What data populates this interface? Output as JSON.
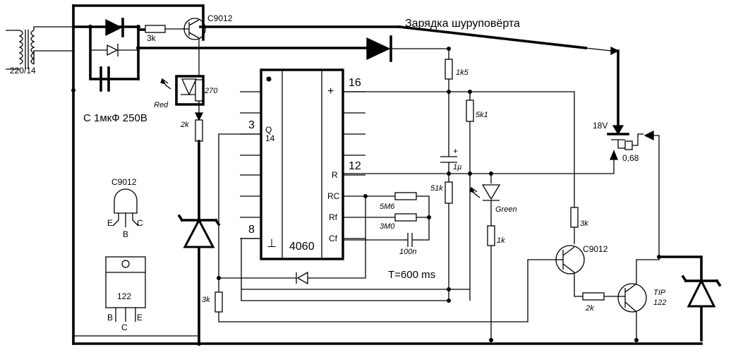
{
  "title": "Зарядка шуруповёрта",
  "transformer": {
    "rating": "220/14"
  },
  "capacitor_main": {
    "label": "C 1мкФ 250В"
  },
  "led_red": {
    "label": "Red"
  },
  "led_green": {
    "label": "Green"
  },
  "resistors": {
    "r_top": "3k",
    "r_270": "270",
    "r_2k_left": "2k",
    "r_1k5": "1k5",
    "r_5k1": "5k1",
    "r_51k": "51k",
    "r_5m6": "5M6",
    "r_3m0": "3M0",
    "r_1k": "1k",
    "r_3k_right": "3k",
    "r_2k_bottom": "2k",
    "r_3k_left": "3k"
  },
  "capacitors": {
    "c_1u": "1µ",
    "c_100n": "100n"
  },
  "transistors": {
    "q1": "C9012",
    "q2": "C9012",
    "q3_name": "TIP",
    "q3_num": "122"
  },
  "chip": {
    "name": "4060",
    "pin16": "16",
    "pin12": "12",
    "pin3": "3",
    "pin8": "8",
    "plus": "+",
    "ground": "⊥",
    "pin_q": "Q",
    "pin_q_num": "14",
    "pin_r": "R",
    "pin_rc": "RC",
    "pin_rf": "Rf",
    "pin_cf": "Cf"
  },
  "period": "T=600 ms",
  "battery": {
    "voltage": "18V",
    "shunt": "0,68"
  },
  "pinout_c9012": {
    "name": "C9012",
    "e": "E",
    "b": "B",
    "c": "C"
  },
  "pinout_122": {
    "name": "122",
    "b": "B",
    "c": "C",
    "e": "E"
  }
}
